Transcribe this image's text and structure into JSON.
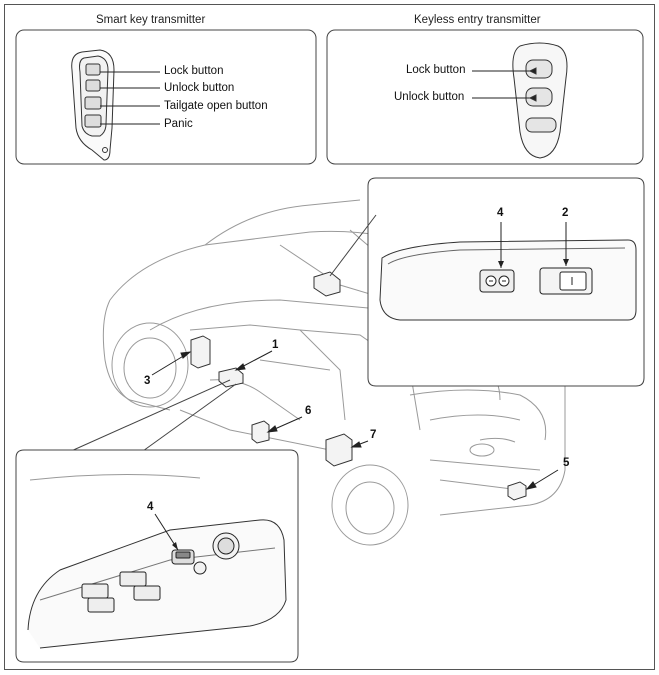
{
  "headers": {
    "smart_key": "Smart key transmitter",
    "keyless_entry": "Keyless entry transmitter"
  },
  "smart_key_buttons": {
    "lock": "Lock button",
    "unlock": "Unlock button",
    "tailgate": "Tailgate open button",
    "panic": "Panic"
  },
  "keyless_buttons": {
    "lock": "Lock button",
    "unlock": "Unlock button"
  },
  "callouts": {
    "n1": "1",
    "n2": "2",
    "n3": "3",
    "n4_top": "4",
    "n4_bottom": "4",
    "n5": "5",
    "n6": "6",
    "n7": "7"
  }
}
